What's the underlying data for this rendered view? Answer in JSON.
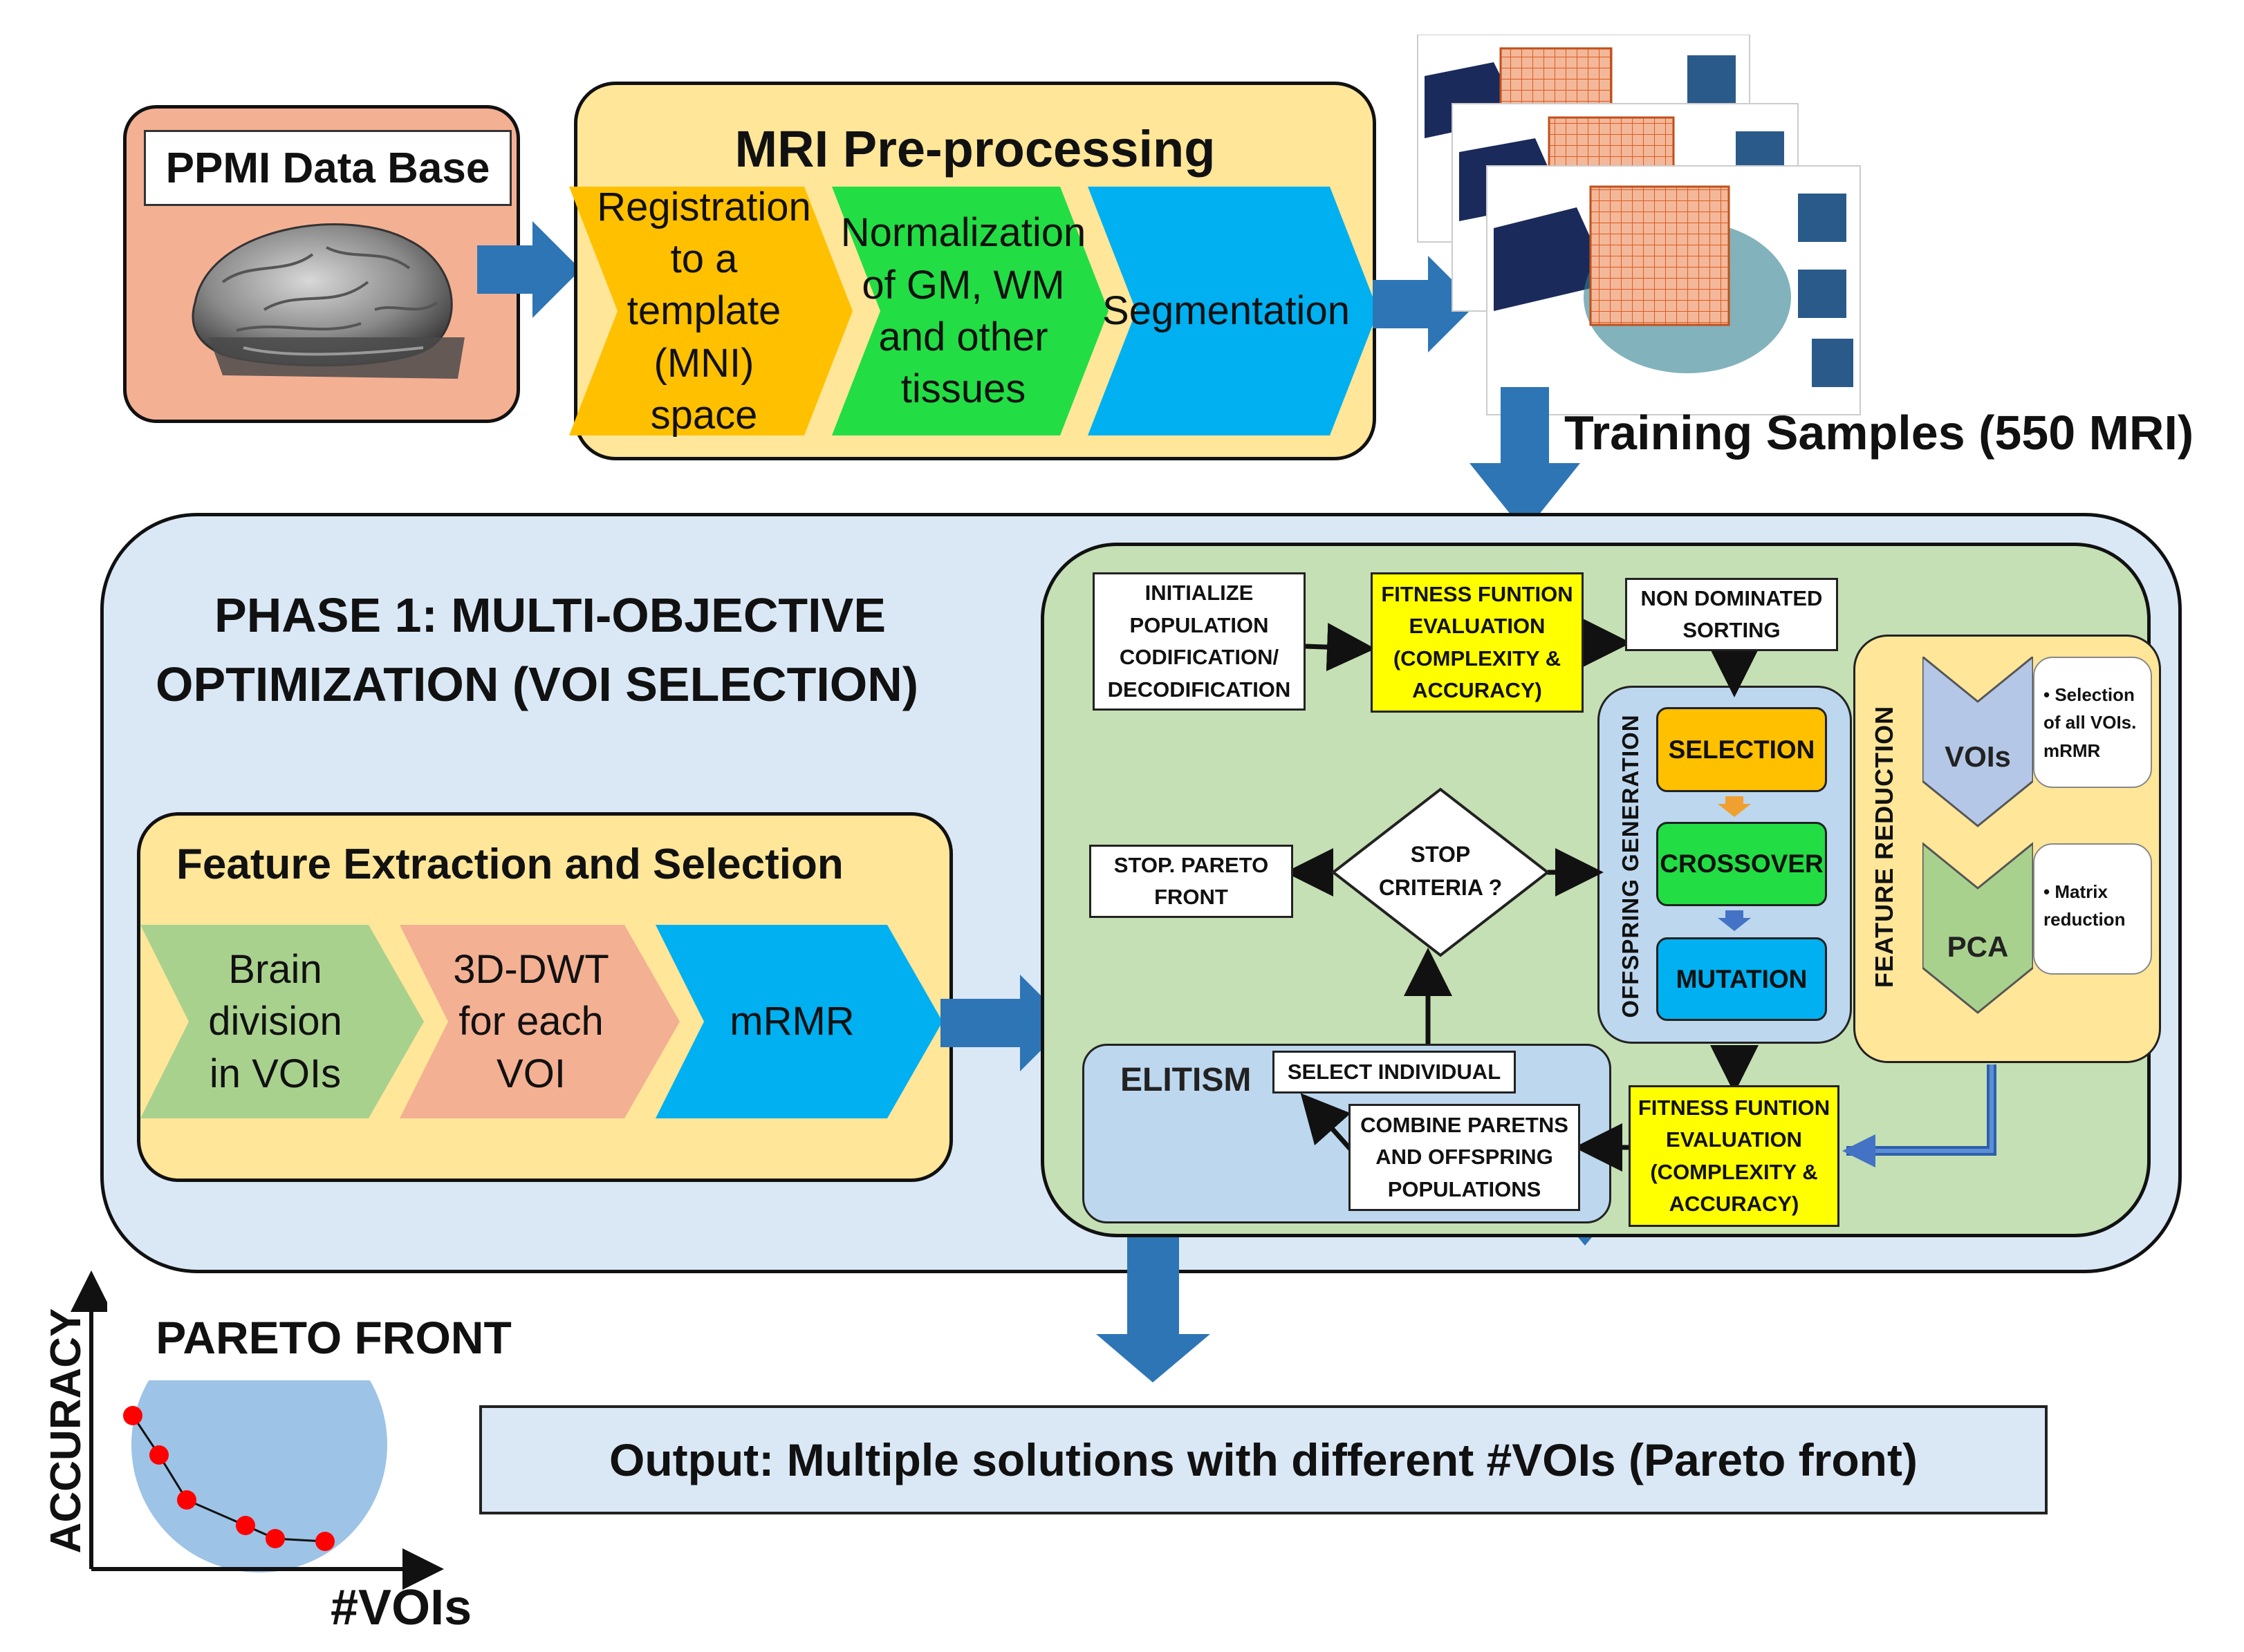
{
  "database": {
    "title": "PPMI Data Base"
  },
  "preprocessing": {
    "title": "MRI Pre-processing",
    "steps": [
      {
        "label": "Registration to a template (MNI) space"
      },
      {
        "label": "Normalization of GM, WM and other tissues"
      },
      {
        "label": "Segmentation"
      }
    ]
  },
  "training": {
    "label": "Training Samples (550 MRI)"
  },
  "phase1": {
    "title_line1": "PHASE 1: MULTI-OBJECTIVE",
    "title_line2": "OPTIMIZATION (VOI SELECTION)"
  },
  "feature_extraction": {
    "title": "Feature Extraction and Selection",
    "steps": [
      {
        "label": "Brain division in VOIs"
      },
      {
        "label": "3D-DWT for each VOI"
      },
      {
        "label": "mRMR"
      }
    ]
  },
  "algorithm": {
    "init": "INITIALIZE POPULATION CODIFICATION/ DECODIFICATION",
    "fitness_top": "FITNESS FUNTION EVALUATION (COMPLEXITY & ACCURACY)",
    "non_dominated": "NON DOMINATED SORTING",
    "offspring_label": "OFFSPRING GENERATION",
    "selection": "SELECTION",
    "crossover": "CROSSOVER",
    "mutation": "MUTATION",
    "stop_criteria": "STOP CRITERIA ?",
    "stop_pareto": "STOP. PARETO FRONT",
    "elitism": "ELITISM",
    "select_individual": "SELECT INDIVIDUAL",
    "combine": "COMBINE PARETNS AND OFFSPRING POPULATIONS",
    "fitness_bottom": "FITNESS FUNTION EVALUATION (COMPLEXITY & ACCURACY)"
  },
  "feature_reduction": {
    "label": "FEATURE REDUCTION",
    "vois": "VOIs",
    "vois_note": "• Selection of all VOIs. mRMR",
    "pca": "PCA",
    "pca_note": "• Matrix reduction"
  },
  "pareto": {
    "title": "PARETO FRONT",
    "ylabel": "ACCURACY",
    "xlabel": "#VOIs"
  },
  "output": {
    "label": "Output: Multiple solutions with different #VOIs (Pareto front)"
  },
  "colors": {
    "blue_arrow": "#2e75b6",
    "database_fill": "#f4b093",
    "panel_yellow": "#ffe699",
    "orange": "#ffc000",
    "green": "#22dd44",
    "cyan": "#00b0f0",
    "light_blue": "#dae8f6",
    "light_green": "#c5e0b4",
    "yellow": "#ffff00"
  }
}
